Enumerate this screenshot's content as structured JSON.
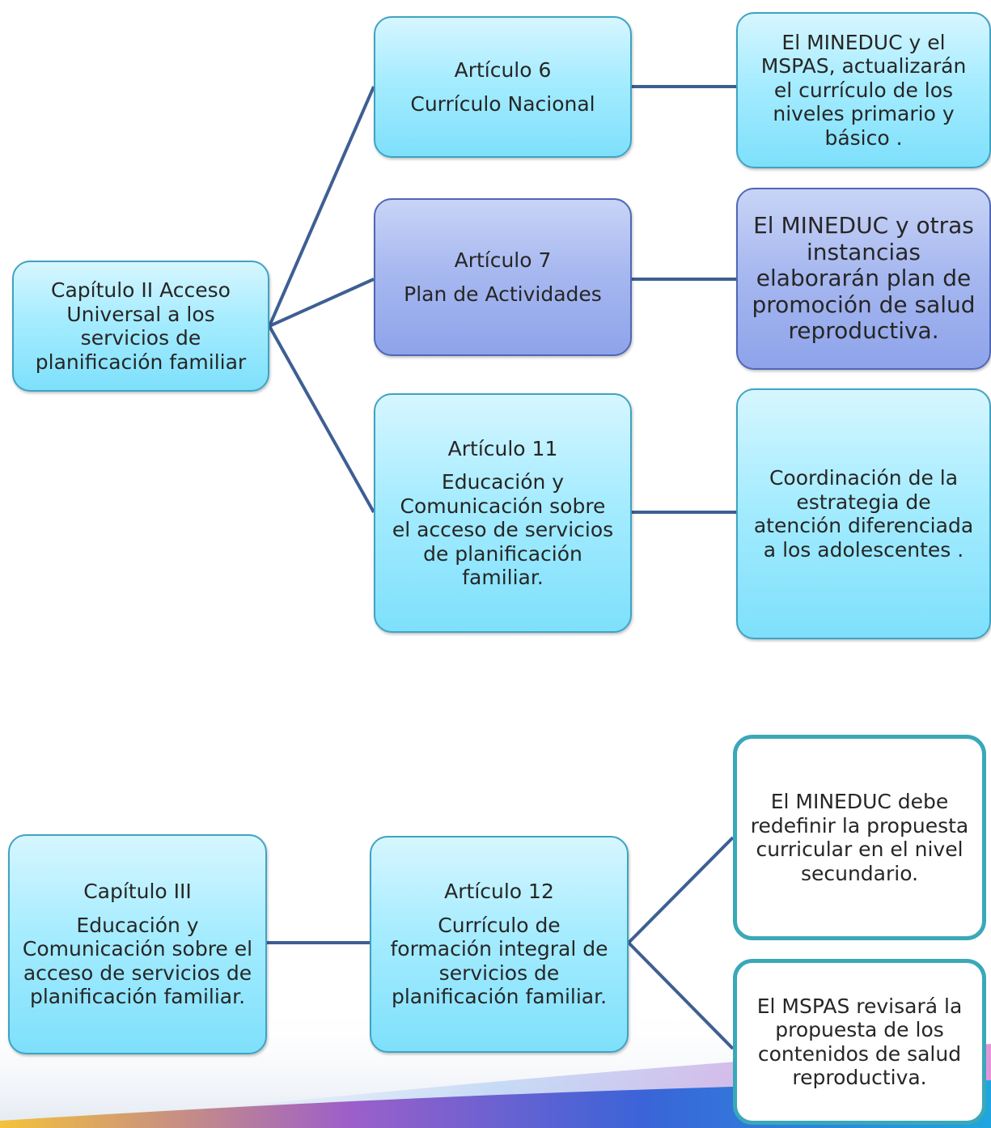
{
  "diagram1": {
    "root": {
      "lines": [
        "Capítulo II Acceso Universal a los servicios de planificación familiar"
      ]
    },
    "articles": [
      {
        "title": "Artículo 6",
        "lines": [
          "Currículo Nacional"
        ]
      },
      {
        "title": "Artículo 7",
        "lines": [
          "Plan de Actividades"
        ]
      },
      {
        "title": "Artículo 11",
        "lines": [
          "Educación y Comunicación sobre el acceso de servicios de planificación familiar."
        ]
      }
    ],
    "details": [
      {
        "text": "El MINEDUC y el MSPAS, actualizarán el currículo de los niveles primario y básico ."
      },
      {
        "text": "El MINEDUC y otras instancias elaborarán plan de promoción de salud reproductiva."
      },
      {
        "text": "Coordinación de la estrategia de atención diferenciada a los adolescentes ."
      }
    ]
  },
  "diagram2": {
    "root": {
      "title": "Capítulo III",
      "text": "Educación y Comunicación sobre el acceso de servicios de planificación familiar."
    },
    "article": {
      "title": "Artículo 12",
      "text": "Currículo de formación integral de servicios de planificación familiar."
    },
    "details": [
      {
        "text": "El MINEDUC debe redefinir la propuesta curricular en el nivel secundario."
      },
      {
        "text": "El MSPAS revisará la propuesta de los contenidos de salud reproductiva."
      }
    ]
  },
  "colors": {
    "connector": "#3e5f93",
    "cyan_box": "#a6ecff",
    "blue_box": "#a8b9f0",
    "white_box_border": "#3aa8b8"
  }
}
